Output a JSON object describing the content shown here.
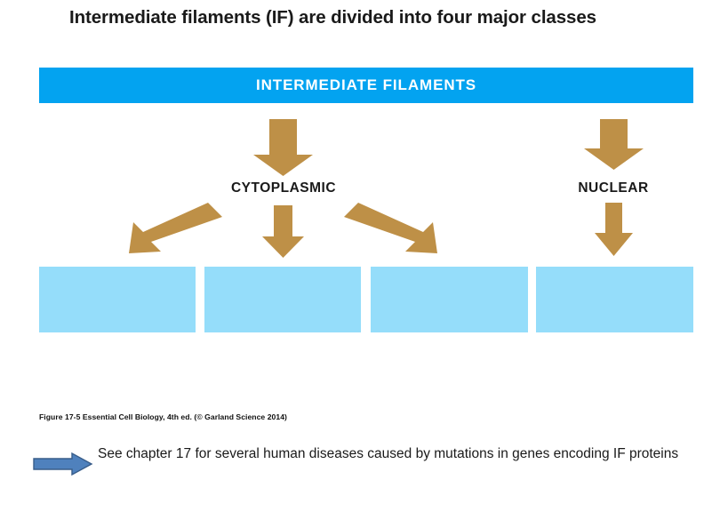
{
  "slide": {
    "title": "Intermediate filaments (IF) are divided into four major classes"
  },
  "figure": {
    "banner": {
      "label": "INTERMEDIATE FILAMENTS",
      "color": "#03A3F0",
      "text_color": "#FFFFFF"
    },
    "categories": [
      {
        "label": "CYTOPLASMIC"
      },
      {
        "label": "NUCLEAR"
      }
    ],
    "arrows": {
      "color": "#BE9047",
      "items": [
        {
          "name": "banner-to-cytoplasmic",
          "direction": "down"
        },
        {
          "name": "banner-to-nuclear",
          "direction": "down"
        },
        {
          "name": "cytoplasmic-to-class-1",
          "direction": "down-left"
        },
        {
          "name": "cytoplasmic-to-class-2",
          "direction": "down"
        },
        {
          "name": "cytoplasmic-to-class-3",
          "direction": "down-right"
        },
        {
          "name": "nuclear-to-class-4",
          "direction": "down"
        }
      ]
    },
    "class_boxes": [
      {
        "name": "class-box-1",
        "label": "",
        "color": "#95DDFA"
      },
      {
        "name": "class-box-2",
        "label": "",
        "color": "#95DDFA"
      },
      {
        "name": "class-box-3",
        "label": "",
        "color": "#95DDFA"
      },
      {
        "name": "class-box-4",
        "label": "",
        "color": "#95DDFA"
      }
    ],
    "caption": "Figure 17-5  Essential Cell Biology, 4th ed. (© Garland Science 2014)"
  },
  "footnote": {
    "text": "See chapter 17 for several human diseases caused by mutations in genes encoding IF proteins",
    "arrow_color": "#4F81BD",
    "arrow_border_color": "#385D8A"
  }
}
